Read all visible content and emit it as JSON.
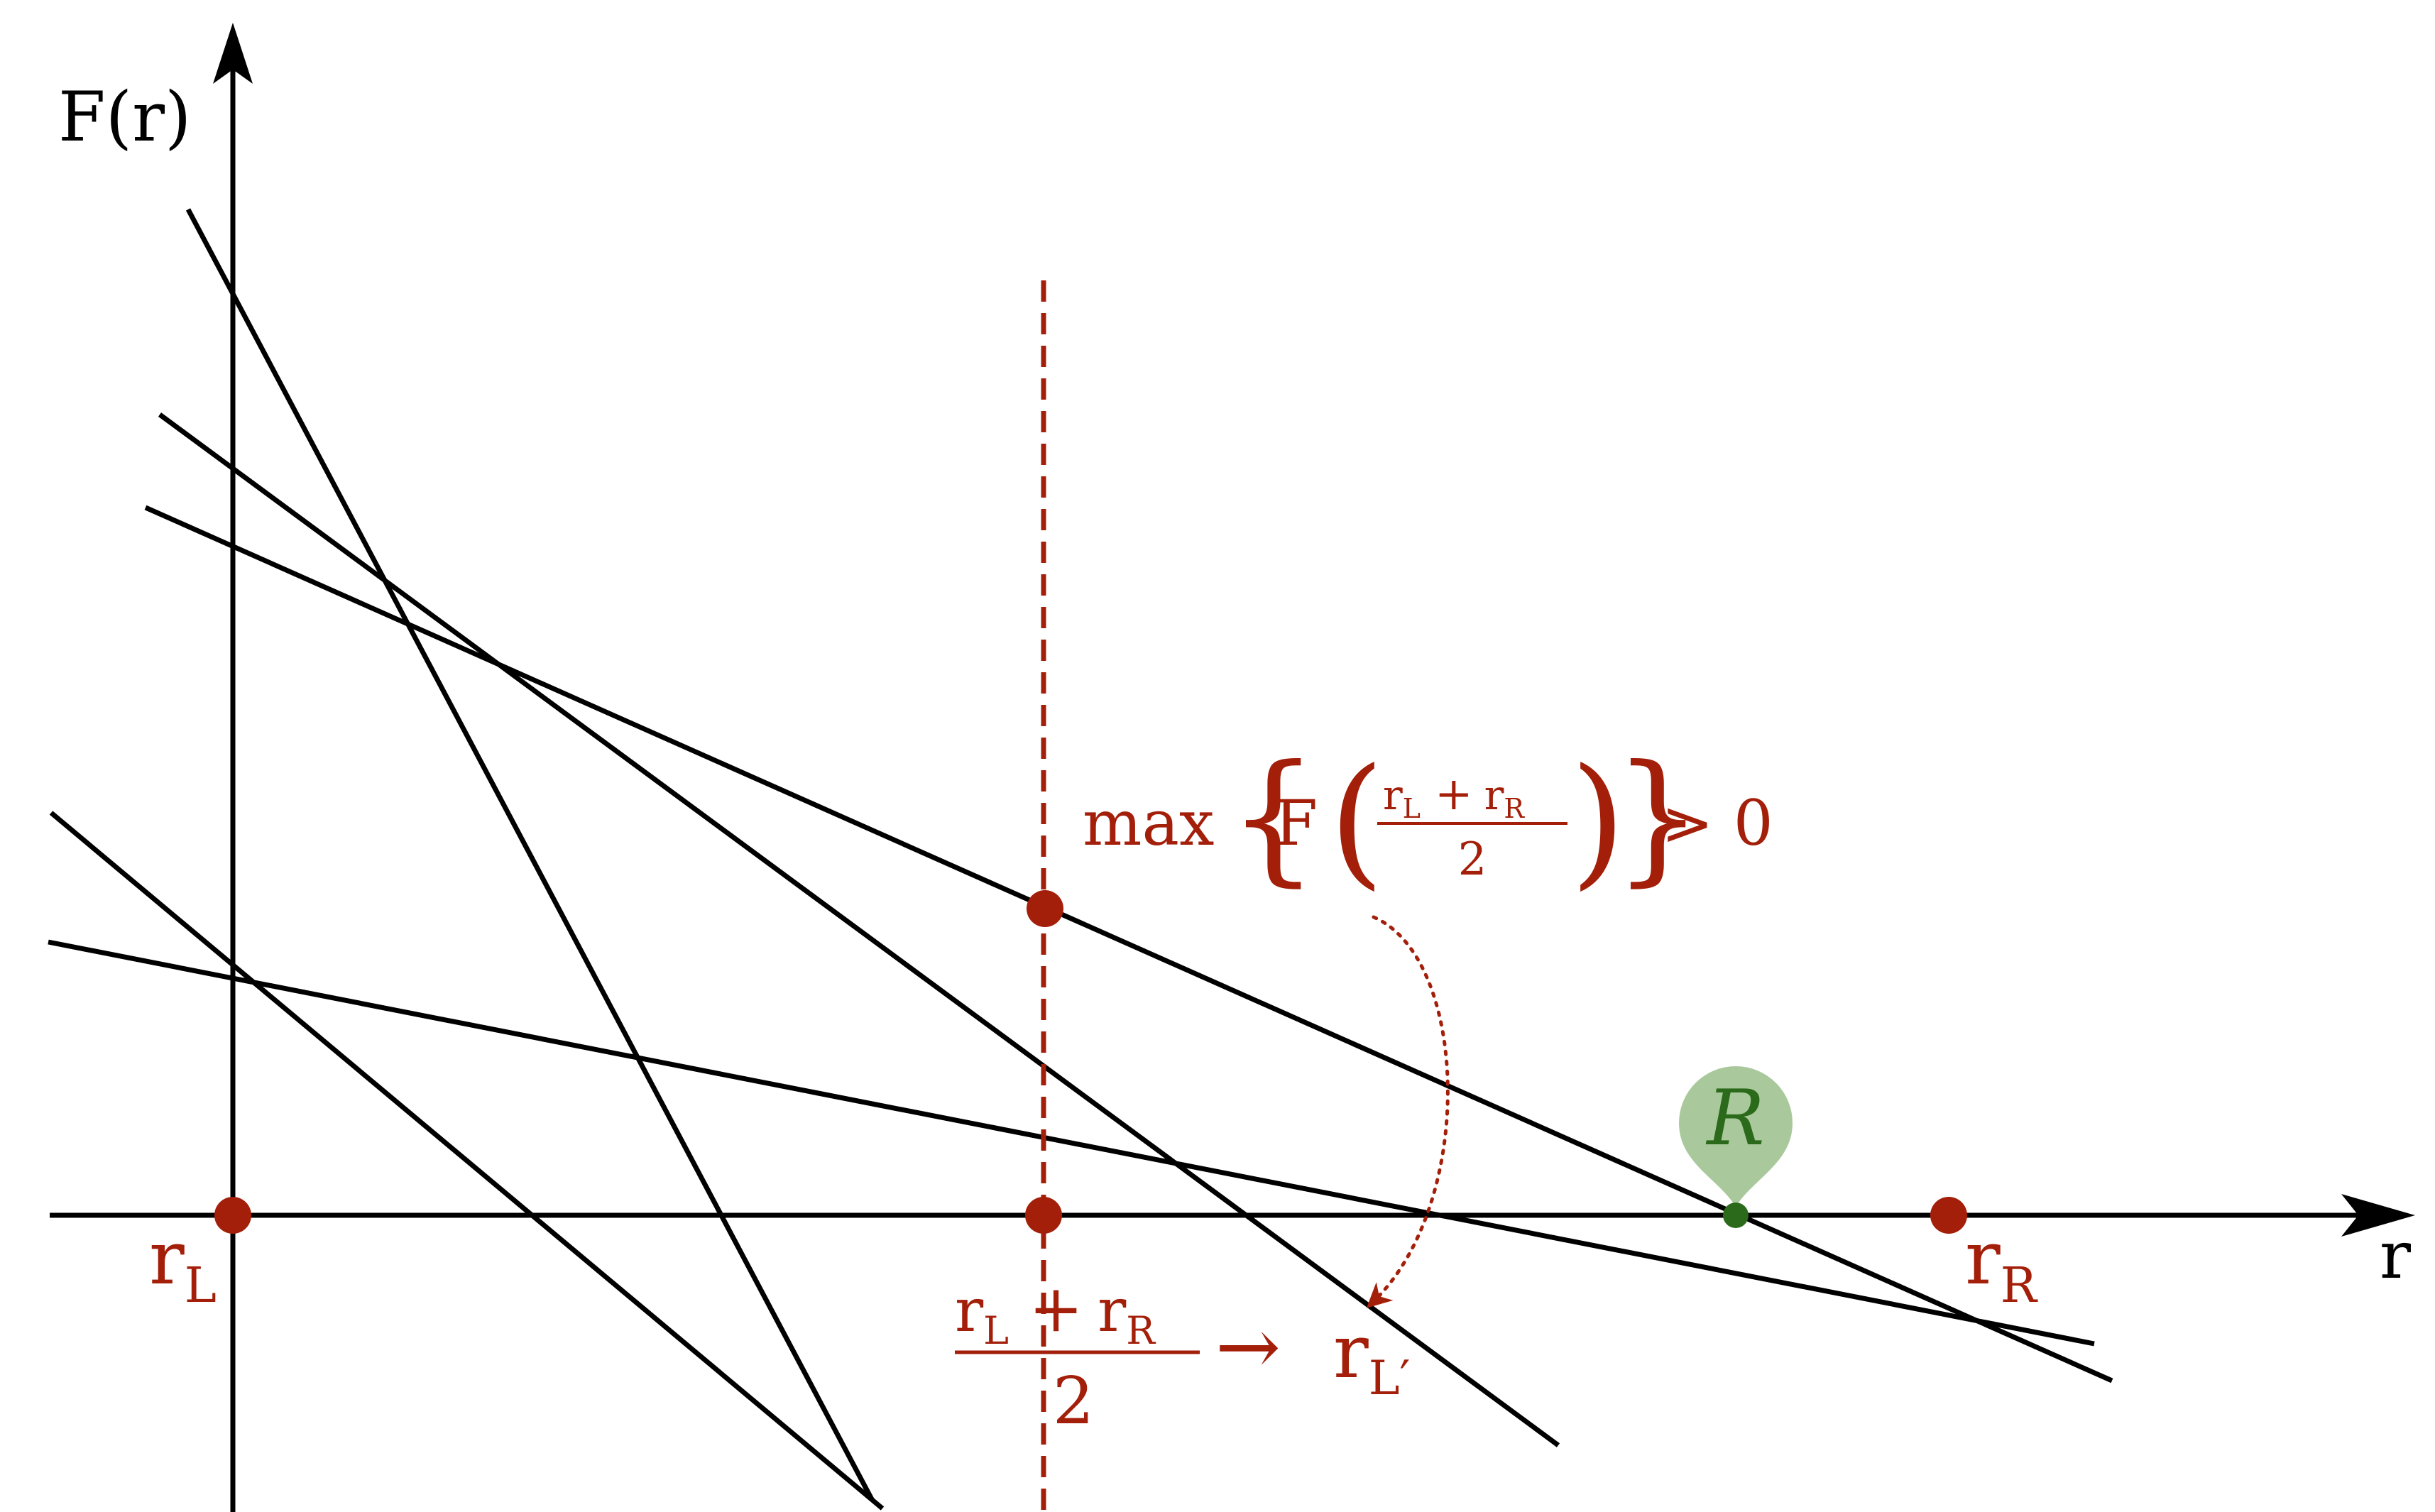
{
  "colors": {
    "axis": "#000000",
    "accent": "#a31f0a",
    "root": "#2b6a1a",
    "root_pin": "#a9c99c"
  },
  "axes": {
    "x_label": "r",
    "y_label": "F(r)"
  },
  "points": {
    "r_left": "r",
    "r_left_sub": "L",
    "r_right": "r",
    "r_right_sub": "R",
    "root": "R"
  },
  "midpoint_label": {
    "numerator_a": "r",
    "numerator_a_sub": "L",
    "plus": "+",
    "numerator_b": "r",
    "numerator_b_sub": "R",
    "denominator": "2",
    "arrow": "→",
    "result": "r",
    "result_sub": "L′"
  },
  "condition": {
    "op": "max",
    "func": "F",
    "num_a": "r",
    "num_a_sub": "L",
    "plus": "+",
    "num_b": "r",
    "num_b_sub": "R",
    "den": "2",
    "relation": "> 0"
  },
  "icons": {
    "root_marker": "map-pin-icon",
    "x_arrow": "arrowhead-right-icon",
    "y_arrow": "arrowhead-up-icon",
    "update_arrow": "curved-dotted-arrow-icon"
  }
}
